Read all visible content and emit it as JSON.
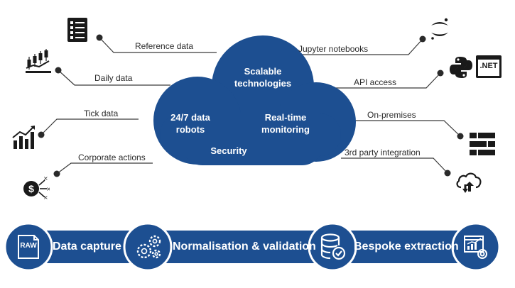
{
  "colors": {
    "primary": "#1d4f91",
    "line": "#3a3a3a",
    "icon": "#1a1a1a",
    "white": "#ffffff"
  },
  "cloud": {
    "scalable": "Scalable\ntechnologies",
    "robots": "24/7 data\nrobots",
    "realtime": "Real-time\nmonitoring",
    "security": "Security"
  },
  "left": [
    {
      "label": "Reference data",
      "icon": "checklist-icon"
    },
    {
      "label": "Daily data",
      "icon": "candlestick-chart-icon"
    },
    {
      "label": "Tick data",
      "icon": "bar-chart-trend-icon"
    },
    {
      "label": "Corporate actions",
      "icon": "dollar-network-icon"
    }
  ],
  "right": [
    {
      "label": "Jupyter notebooks",
      "icon": "jupyter-icon"
    },
    {
      "label": "API access",
      "icon": "python-dotnet-icon",
      "dotnet": ".NET"
    },
    {
      "label": "On-premises",
      "icon": "server-rack-icon"
    },
    {
      "label": "3rd party integration",
      "icon": "cloud-sync-icon"
    }
  ],
  "pipeline": [
    {
      "label": "Data capture",
      "icon": "raw-file-icon",
      "badge": "RAW"
    },
    {
      "label": "Normalisation & validation",
      "icon": "gears-icon"
    },
    {
      "label": "Bespoke extraction",
      "icon": "database-check-icon"
    },
    {
      "label": "",
      "icon": "report-chart-icon"
    }
  ]
}
